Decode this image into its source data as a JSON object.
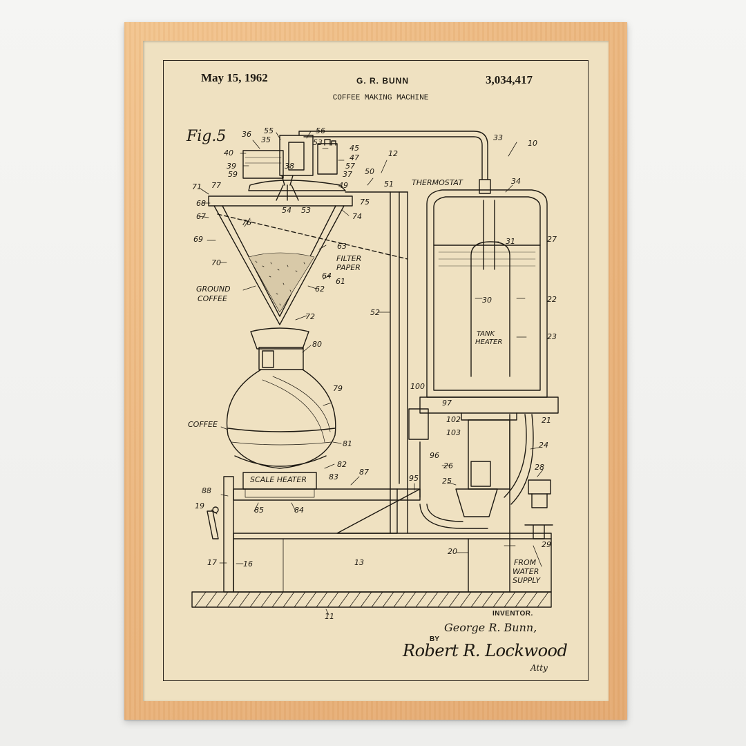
{
  "header": {
    "date": "May 15, 1962",
    "inventor_header": "G. R. BUNN",
    "patent_number": "3,034,417",
    "title": "COFFEE MAKING MACHINE"
  },
  "figure": {
    "fig_label": "Fig.5",
    "callouts": {
      "thermostat": "THERMOSTAT",
      "filter_paper_1": "FILTER",
      "filter_paper_2": "PAPER",
      "ground_coffee_1": "GROUND",
      "ground_coffee_2": "COFFEE",
      "tank_heater_1": "TANK",
      "tank_heater_2": "HEATER",
      "coffee": "COFFEE",
      "scale_heater": "SCALE HEATER",
      "from_water_1": "FROM",
      "from_water_2": "WATER",
      "from_water_3": "SUPPLY"
    },
    "numbers": [
      "36",
      "55",
      "56",
      "35",
      "53",
      "45",
      "40",
      "47",
      "39",
      "38",
      "57",
      "59",
      "37",
      "33",
      "10",
      "12",
      "50",
      "71",
      "77",
      "49",
      "51",
      "34",
      "68",
      "75",
      "54",
      "53",
      "74",
      "67",
      "76",
      "31",
      "27",
      "69",
      "63",
      "70",
      "61",
      "64",
      "62",
      "22",
      "30",
      "23",
      "72",
      "52",
      "80",
      "79",
      "100",
      "97",
      "102",
      "21",
      "103",
      "24",
      "81",
      "96",
      "26",
      "28",
      "82",
      "87",
      "25",
      "83",
      "95",
      "88",
      "19",
      "85",
      "84",
      "20",
      "29",
      "17",
      "16",
      "13",
      "11"
    ]
  },
  "footer": {
    "inventor_label": "INVENTOR.",
    "inventor_name": "George R. Bunn,",
    "by_label": "BY",
    "attorney_signature": "Robert R. Lockwood",
    "attorney_abbrev": "Atty"
  },
  "colors": {
    "frame": "#eab47c",
    "paper": "#efe1c1",
    "ink": "#1d1912",
    "wall": "#f1f1ef"
  }
}
